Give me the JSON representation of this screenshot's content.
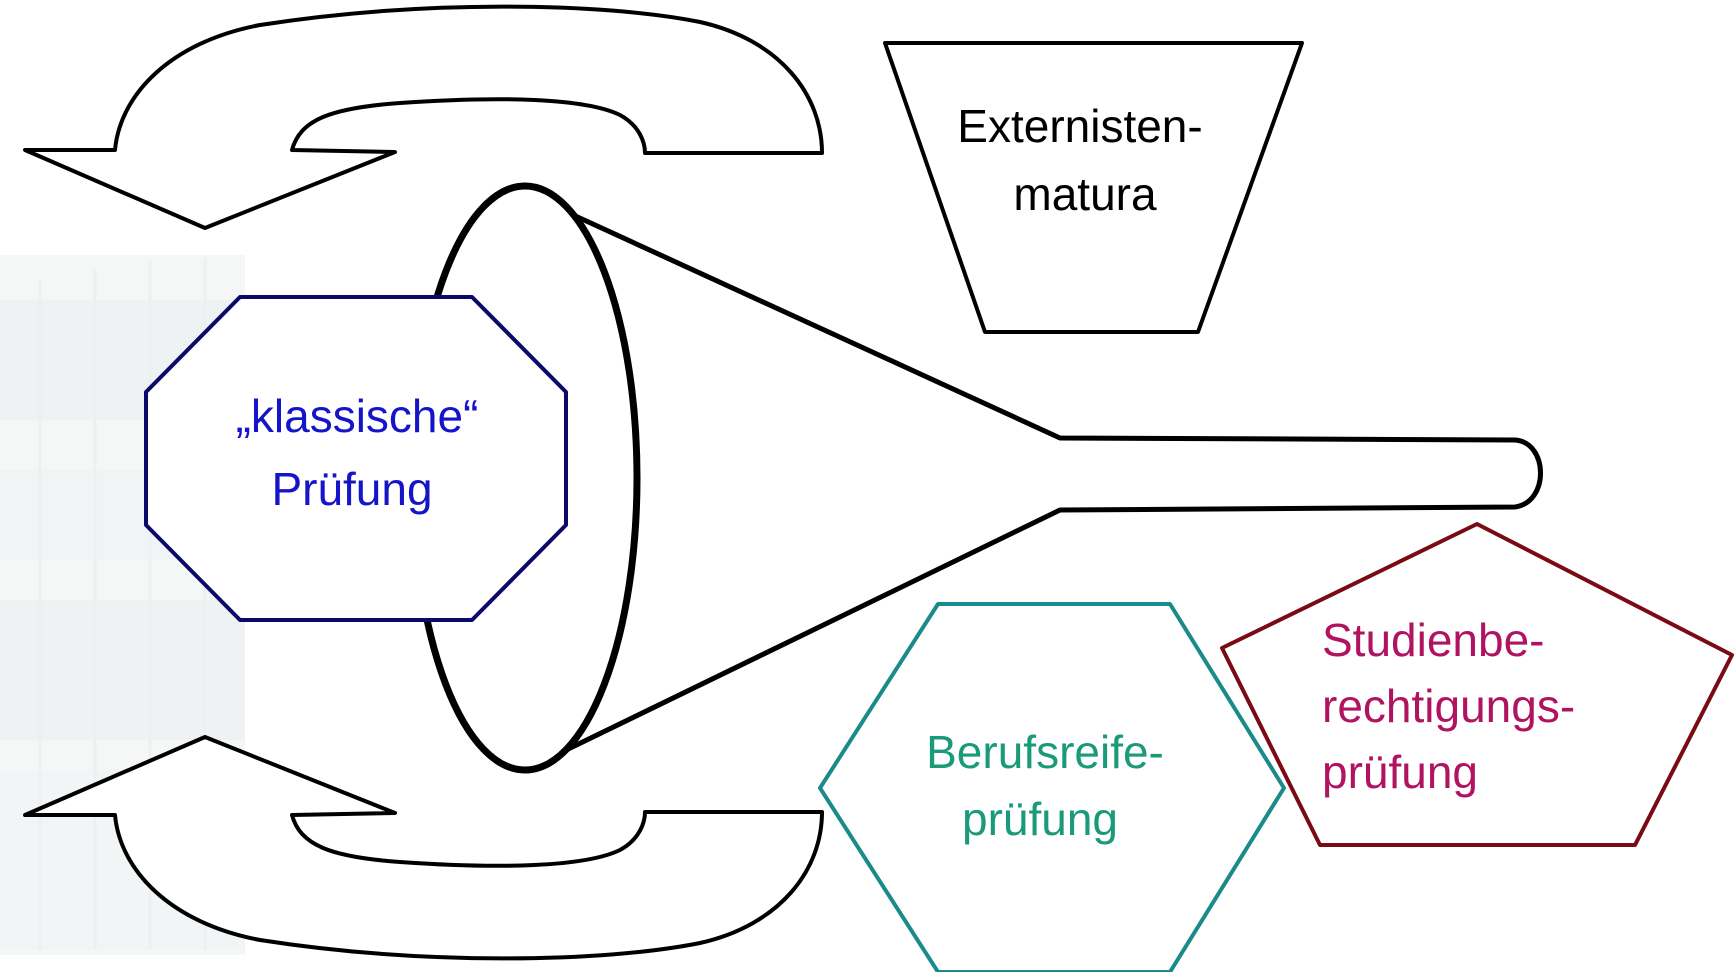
{
  "diagram": {
    "trapezoid": {
      "line1": "Externisten-",
      "line2": "matura"
    },
    "octagon": {
      "line1": "„klassische“",
      "line2": "Prüfung"
    },
    "hexagon": {
      "line1": "Berufsreife-",
      "line2": "prüfung"
    },
    "pentagon": {
      "line1": "Studienbe-",
      "line2": "rechtigungs-",
      "line3": "prüfung"
    }
  },
  "colors": {
    "outline": "#000000",
    "octagon_stroke": "#0a0a6a",
    "octagon_text": "#1414c8",
    "hexagon_stroke": "#1a8a8a",
    "hexagon_text": "#1a9a78",
    "pentagon_stroke": "#7a0a14",
    "pentagon_text": "#b01460",
    "background_image": "#e7ecec"
  }
}
